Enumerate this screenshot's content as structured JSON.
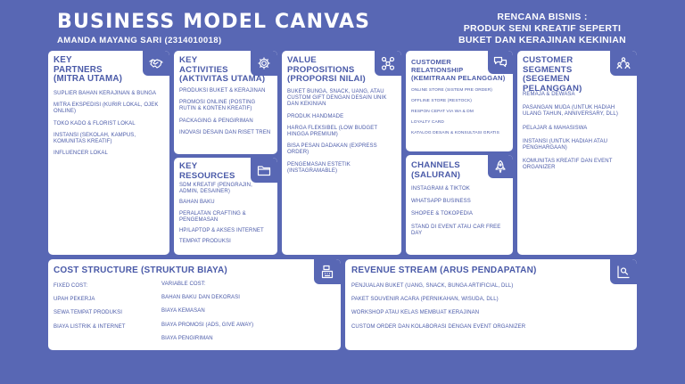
{
  "header": {
    "title": "BUSINESS MODEL CANVAS",
    "author": "AMANDA MAYANG SARI (2314010018)",
    "plan_lines": [
      "RENCANA BISNIS :",
      "PRODUK SENI KREATIF SEPERTI",
      "BUKET DAN KERAJINAN KEKINIAN"
    ]
  },
  "key_partners": {
    "title_lines": [
      "KEY",
      "PARTNERS",
      "(MITRA UTAMA)"
    ],
    "items": [
      "SUPLIER BAHAN KERAJINAN & BUNGA",
      "MITRA EKSPEDISI (KURIR LOKAL, OJEK ONLINE)",
      "TOKO KADO & FLORIST LOKAL",
      "INSTANSI (SEKOLAH, KAMPUS, KOMUNITAS KREATIF)",
      "INFLUENCER LOKAL"
    ],
    "icon": "handshake-icon"
  },
  "key_activities": {
    "title_lines": [
      "KEY",
      "ACTIVITIES",
      "(AKTIVITAS UTAMA)"
    ],
    "items": [
      "PRODUKSI BUKET & KERAJINAN",
      "PROMOSI ONLINE (POSTING RUTIN & KONTEN KREATIF)",
      "PACKAGING & PENGIRIMAN",
      "INOVASI DESAIN DAN RISET TREN"
    ],
    "icon": "gear-icon"
  },
  "key_resources": {
    "title_lines": [
      "KEY",
      "RESOURCES"
    ],
    "items": [
      "SDM KREATIF (PENGRAJIN, ADMIN, DESAINER)",
      "BAHAN BAKU",
      "PERALATAN CRAFTING & PENGEMASAN",
      "HP/LAPTOP & AKSES INTERNET",
      "TEMPAT PRODUKSI"
    ],
    "icon": "folder-icon"
  },
  "value_propositions": {
    "title_lines": [
      "VALUE",
      "PROPOSITIONS",
      "(PROPORSI NILAI)"
    ],
    "items": [
      "BUKET BUNGA, SNACK, UANG, ATAU CUSTOM GIFT DENGAN DESAIN UNIK DAN KEKINIAN",
      "PRODUK HANDMADE",
      "HARGA FLEKSIBEL (LOW BUDGET HINGGA PREMIUM)",
      "BISA PESAN DADAKAN (EXPRESS ORDER)",
      "PENGEMASAN ESTETIK (INSTAGRAMABLE)"
    ],
    "icon": "network-icon"
  },
  "customer_relationship": {
    "title_lines": [
      "CUSTOMER",
      "RELATIONSHIP",
      "(KEMITRAAN PELANGGAN)"
    ],
    "items": [
      "ONLINE STORE (SISTEM PRE ORDER)",
      "OFFLINE STORE (RESTOCK)",
      "RESPON CEPAT VIA WA & DM",
      "LOYALTY CARD",
      "KATALOG DESAIN & KONSULTASI GRATIS"
    ],
    "icon": "chat-icon"
  },
  "channels": {
    "title_lines": [
      "CHANNELS",
      "(SALURAN)"
    ],
    "items": [
      "INSTAGRAM & TIKTOK",
      "WHATSAPP BUSINESS",
      "SHOPEE & TOKOPEDIA",
      "STAND DI EVENT ATAU CAR FREE DAY"
    ],
    "icon": "rocket-icon"
  },
  "customer_segments": {
    "title_lines": [
      "CUSTOMER",
      "SEGMENTS",
      "(SEGEMEN PELANGGAN)"
    ],
    "items": [
      "REMAJA & DEWASA",
      "PASANGAN MUDA (UNTUK HADIAH ULANG TAHUN, ANNIVERSARY, DLL)",
      "PELAJAR & MAHASISWA",
      "INSTANSI (UNTUK HADIAH ATAU PENGHARGAAN)",
      "KOMUNITAS KREATIF DAN EVENT ORGANIZER"
    ],
    "icon": "people-icon"
  },
  "cost_structure": {
    "title": "COST STRUCTURE (STRUKTUR BIAYA)",
    "fixed_label": "FIXED COST:",
    "fixed_items": [
      "UPAH PEKERJA",
      "SEWA TEMPAT PRODUKSI",
      "BIAYA LISTRIK & INTERNET"
    ],
    "variable_label": "VARIABLE COST:",
    "variable_items": [
      "BAHAN BAKU DAN DEKORASI",
      "BIAYA KEMASAN",
      "BIAYA PROMOSI (ADS, GIVE AWAY)",
      "BIAYA PENGIRIMAN"
    ],
    "icon": "cash-register-icon"
  },
  "revenue_stream": {
    "title": "REVENUE STREAM (ARUS PENDAPATAN)",
    "items": [
      "PENJUALAN BUKET (UANG, SNACK, BUNGA ARTIFICIAL, DLL)",
      "PAKET SOUVENIR ACARA (PERNIKAHAN, WISUDA, DLL)",
      "WORKSHOP ATAU KELAS MEMBUAT KERAJINAN",
      "CUSTOM ORDER DAN KOLABORASI DENGAN EVENT ORGANIZER"
    ],
    "icon": "revenue-chart-icon"
  },
  "colors": {
    "background": "#5867b4",
    "card": "#ffffff",
    "text": "#4a5aa8"
  }
}
